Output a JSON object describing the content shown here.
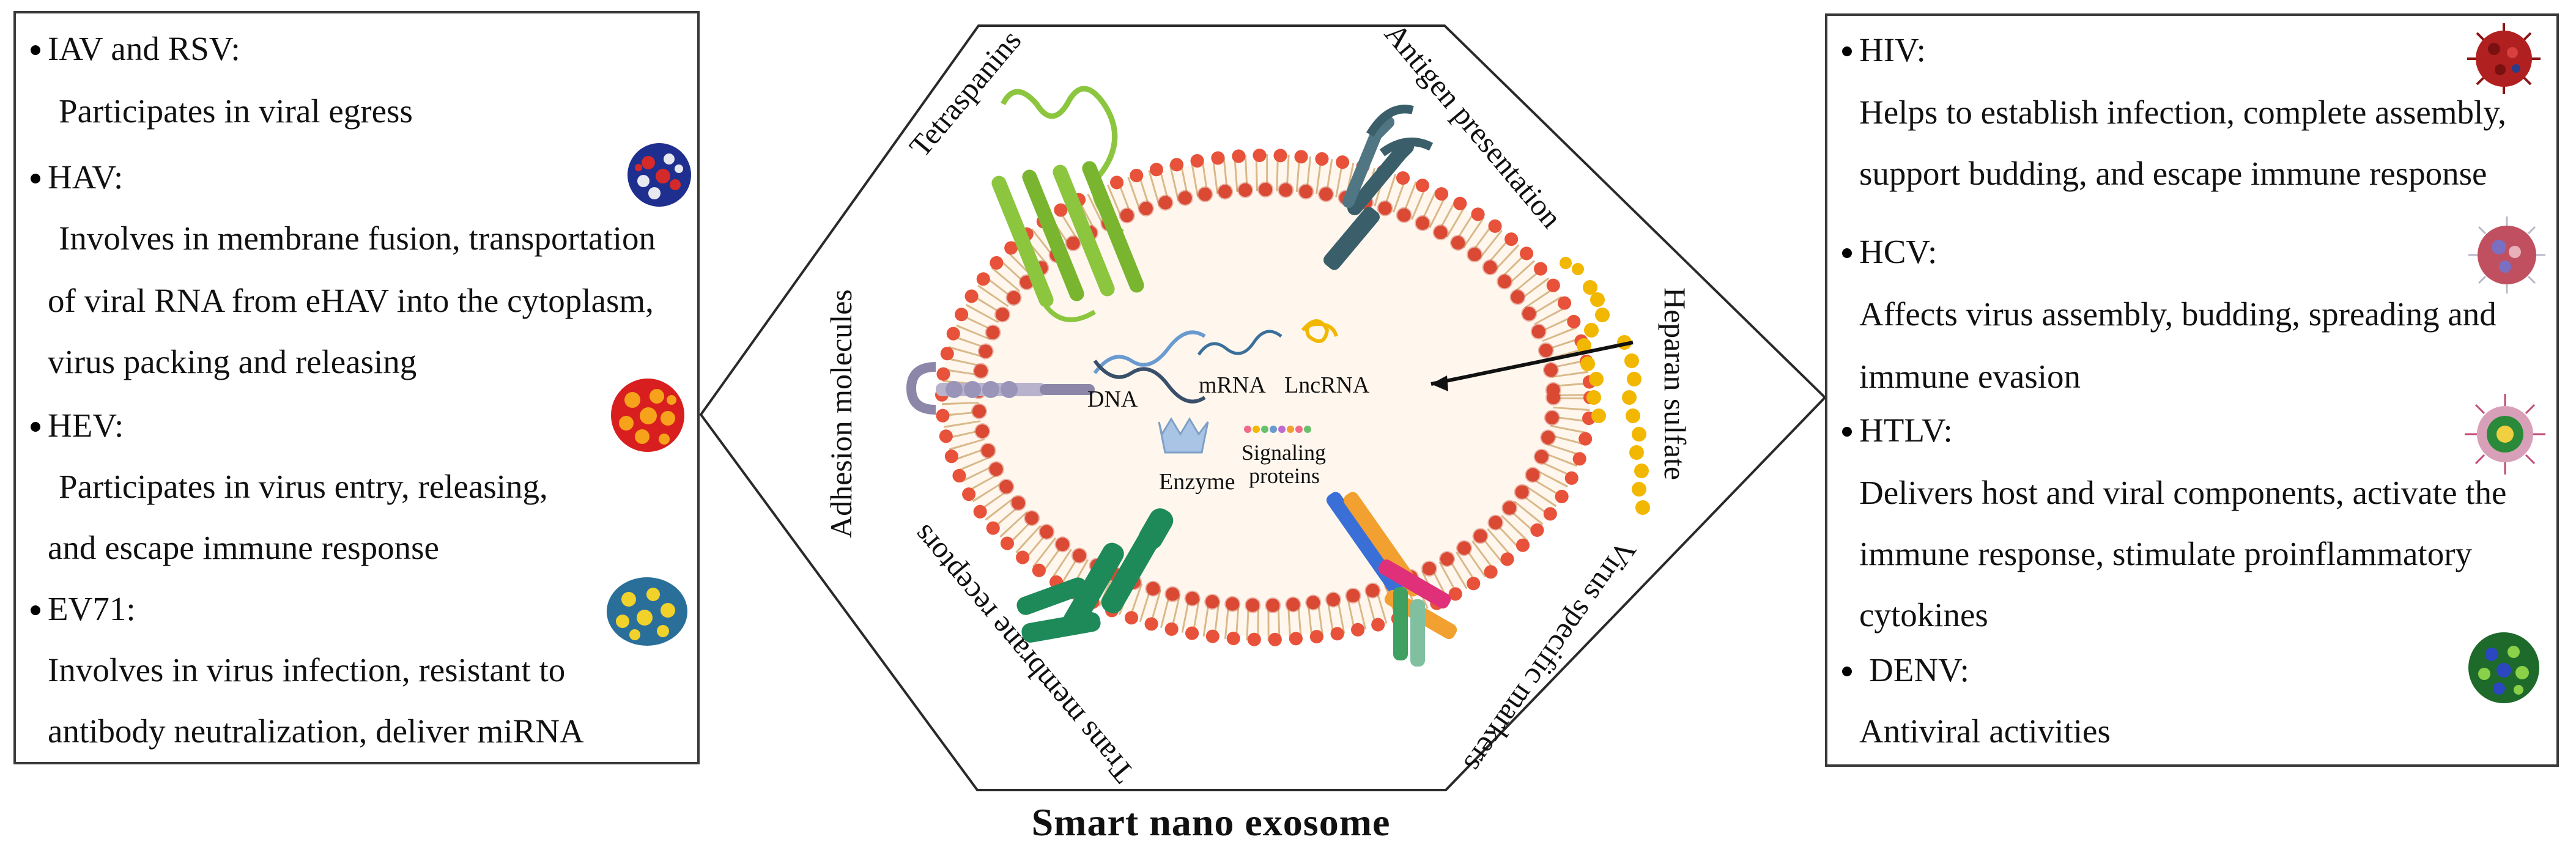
{
  "title": "Smart nano exosome",
  "left_panel": {
    "items": [
      {
        "name": "IAV and RSV:",
        "lines": [
          "Participates in viral egress"
        ]
      },
      {
        "name": "HAV:",
        "lines": [
          "Involves in membrane fusion, transportation",
          "of viral RNA from eHAV into the cytoplasm,",
          "virus packing and releasing"
        ]
      },
      {
        "name": "HEV:",
        "lines": [
          "Participates in virus entry, releasing,",
          "and escape immune response"
        ]
      },
      {
        "name": "EV71:",
        "lines": [
          "Involves in virus infection, resistant to",
          "antibody neutralization, deliver miRNA"
        ]
      }
    ]
  },
  "right_panel": {
    "items": [
      {
        "name": "HIV:",
        "lines": [
          "Helps to establish infection, complete assembly,",
          "support budding, and escape immune response"
        ]
      },
      {
        "name": "HCV:",
        "lines": [
          "Affects virus assembly, budding, spreading and",
          "immune evasion"
        ]
      },
      {
        "name": "HTLV:",
        "lines": [
          "Delivers host and viral components, activate the",
          "immune response, stimulate proinflammatory",
          "cytokines"
        ]
      },
      {
        "name": "DENV:",
        "lines": [
          "Antiviral activities"
        ]
      }
    ]
  },
  "hexagon_labels": {
    "tetraspanins": "Tetraspanins",
    "antigen": "Antigen presentation",
    "heparan": "Heparan sulfate",
    "virus_markers": "Virus specific markers",
    "trans_receptors": "Trans membrane receptors",
    "adhesion": "Adhesion molecules"
  },
  "cargo_labels": {
    "dna": "DNA",
    "mrna": "mRNA",
    "lncrna": "LncRNA",
    "enzyme": "Enzyme",
    "signaling_1": "Signaling",
    "signaling_2": "proteins"
  },
  "colors": {
    "hav_virus": "#1f2f8f",
    "hev_virus": "#d81e1e",
    "ev71_virus": "#2a6f9a",
    "hiv_virus": "#b02020",
    "hcv_virus": "#c05060",
    "htlv_virus": "#2b8a3a",
    "denv_virus": "#1d6a2a",
    "tetraspanin": "#8cc63f",
    "antigen": "#3a5f6a",
    "heparan": "#f2b700",
    "trans_receptor": "#1e8a5a",
    "lipid_head": "#e8523a",
    "lipid_tail": "#d9b98a"
  }
}
